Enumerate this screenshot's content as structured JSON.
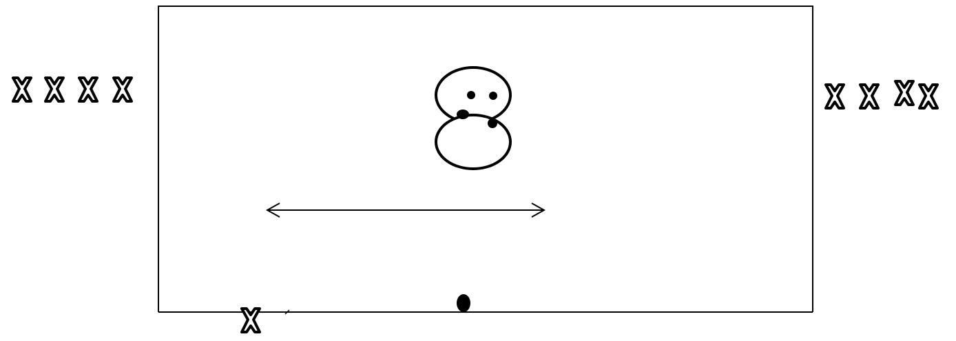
{
  "diagram": {
    "colors": {
      "ink": "#000000",
      "paper": "#ffffff"
    },
    "left_group": {
      "icon": "x-mark-icon",
      "count": 4
    },
    "right_group": {
      "icon": "x-mark-icon",
      "count": 4
    },
    "bottom_marker": {
      "icon": "x-mark-icon",
      "count": 1
    },
    "center_figure": {
      "icon": "two-ovals-with-dots-icon",
      "upper_dots": 2,
      "lower_dots": 2
    },
    "arrow": {
      "icon": "double-headed-arrow-icon"
    },
    "ball": {
      "icon": "filled-dot-icon"
    }
  }
}
